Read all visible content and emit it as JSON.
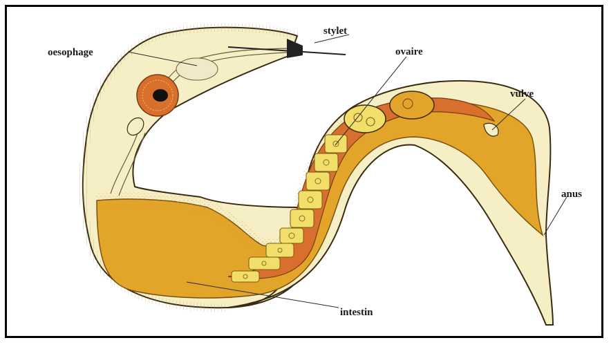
{
  "labels": {
    "stylet": "stylet",
    "oesophage": "oesophage",
    "ovaire": "ovaire",
    "vulve": "vulve",
    "anus": "anus",
    "intestin": "intestin"
  },
  "colors": {
    "cuticle": "#f6efc6",
    "intestine": "#e2a52a",
    "gonad": "#d96f2c",
    "ovary_cells": "#f2df6a",
    "outline": "#3a2a10"
  }
}
